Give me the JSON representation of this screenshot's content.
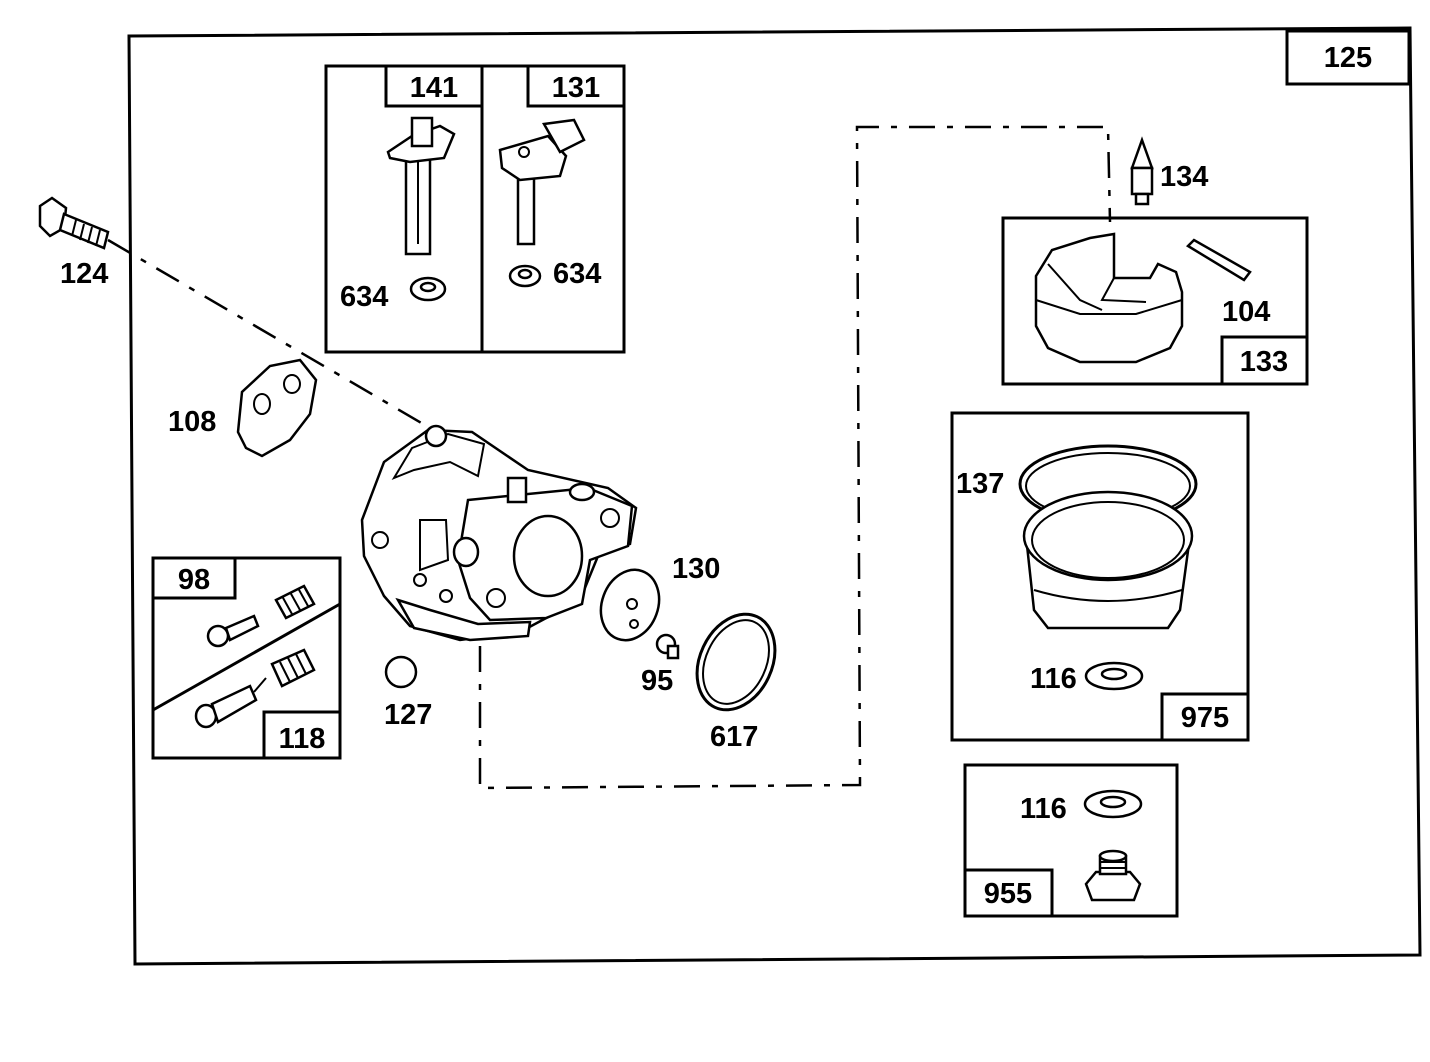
{
  "frame": {
    "label": "125"
  },
  "kits": {
    "k141": {
      "label": "141"
    },
    "k131": {
      "label": "131"
    },
    "k133": {
      "label": "133"
    },
    "k98": {
      "label": "98"
    },
    "k118": {
      "label": "118"
    },
    "k975": {
      "label": "975"
    },
    "k955": {
      "label": "955"
    }
  },
  "callouts": {
    "c124": "124",
    "c634a": "634",
    "c634b": "634",
    "c108": "108",
    "c134": "134",
    "c104": "104",
    "c137": "137",
    "c116a": "116",
    "c116b": "116",
    "c130": "130",
    "c95": "95",
    "c617": "617",
    "c127": "127"
  }
}
